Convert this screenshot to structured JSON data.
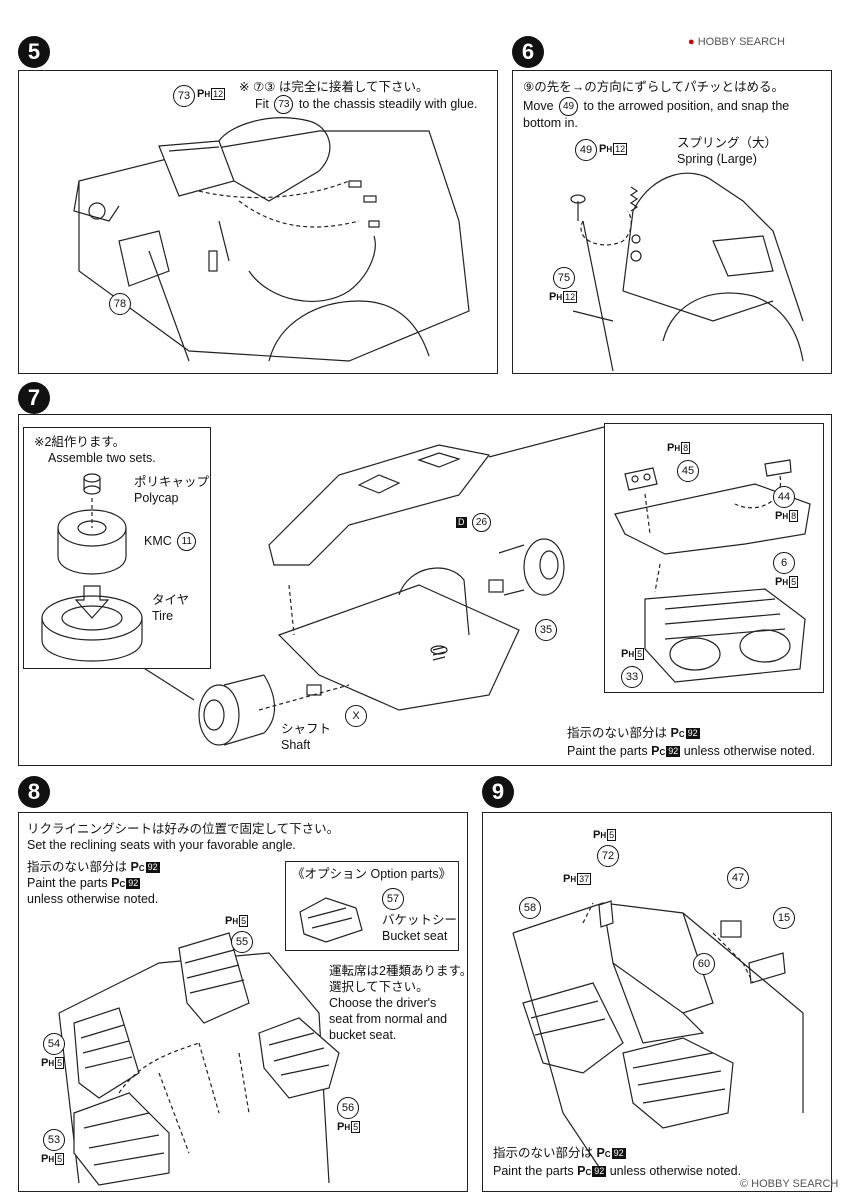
{
  "steps": {
    "s5": {
      "number": "5",
      "note_jp": "※ ⑦③ は完全に接着して下さい。",
      "note_en_pre": "Fit",
      "note_en_part": "73",
      "note_en_post": "to the chassis steadily with glue.",
      "parts": [
        {
          "num": "73",
          "code": "H",
          "code_num": "12"
        },
        {
          "num": "78"
        }
      ]
    },
    "s6": {
      "number": "6",
      "note_jp": "⑨の先を→の方向にずらしてパチッとはめる。",
      "note_en_pre": "Move",
      "note_en_part": "49",
      "note_en_post": "to the arrowed position, and snap the",
      "note_en_line2": "bottom in.",
      "spring_jp": "スプリング（大）",
      "spring_en": "Spring (Large)",
      "parts": [
        {
          "num": "49",
          "code": "H",
          "code_num": "12"
        },
        {
          "num": "75",
          "code": "H",
          "code_num": "12"
        }
      ]
    },
    "s7": {
      "number": "7",
      "inset_note_jp": "※2組作ります。",
      "inset_note_en": "Assemble two sets.",
      "polycap_jp": "ポリキャップ",
      "polycap_en": "Polycap",
      "kmc_label": "KMC",
      "kmc_num": "11",
      "tire_jp": "タイヤ",
      "tire_en": "Tire",
      "d_label": "D",
      "d_num": "26",
      "part_35": "35",
      "shaft_jp": "シャフト",
      "shaft_en": "Shaft",
      "x_label": "X",
      "right_parts": [
        {
          "num": "45",
          "code": "H",
          "code_num": "8"
        },
        {
          "num": "44",
          "code": "H",
          "code_num": "8"
        },
        {
          "num": "6",
          "code": "H",
          "code_num": "5"
        },
        {
          "num": "33",
          "code": "H",
          "code_num": "5"
        }
      ],
      "paint_jp_pre": "指示のない部分は",
      "paint_code": "C",
      "paint_code_num": "92",
      "paint_en_pre": "Paint the parts",
      "paint_en_post": "unless otherwise noted."
    },
    "s8": {
      "number": "8",
      "note_jp": "リクライニングシートは好みの位置で固定して下さい。",
      "note_en": "Set the reclining seats with your favorable angle.",
      "paint_jp_pre": "指示のない部分は",
      "paint_code": "C",
      "paint_code_num": "92",
      "paint_en_pre": "Paint the parts",
      "paint_en_line2": "unless otherwise noted.",
      "option_title": "《オプション Option parts》",
      "option_part": "57",
      "bucket_jp": "バケットシート",
      "bucket_en": "Bucket seat",
      "driver_jp1": "運転席は2種類あります。",
      "driver_jp2": "選択して下さい。",
      "driver_en1": "Choose the driver's",
      "driver_en2": "seat from normal and",
      "driver_en3": "bucket seat.",
      "parts": [
        {
          "num": "55",
          "code": "H",
          "code_num": "5"
        },
        {
          "num": "54",
          "code": "H",
          "code_num": "5"
        },
        {
          "num": "56",
          "code": "H",
          "code_num": "5"
        },
        {
          "num": "53",
          "code": "H",
          "code_num": "5"
        }
      ]
    },
    "s9": {
      "number": "9",
      "parts": [
        {
          "num": "72",
          "code": "H",
          "code_num": "5"
        },
        {
          "num": "58",
          "code": "H",
          "code_num": "37"
        },
        {
          "num": "47"
        },
        {
          "num": "15"
        },
        {
          "num": "60"
        }
      ],
      "paint_jp_pre": "指示のない部分は",
      "paint_code": "C",
      "paint_code_num": "92",
      "paint_en_pre": "Paint the parts",
      "paint_en_post": "unless otherwise noted."
    }
  },
  "watermark": {
    "logo": "HOBBY SEARCH",
    "copyright": "© HOBBY SEARCH"
  }
}
